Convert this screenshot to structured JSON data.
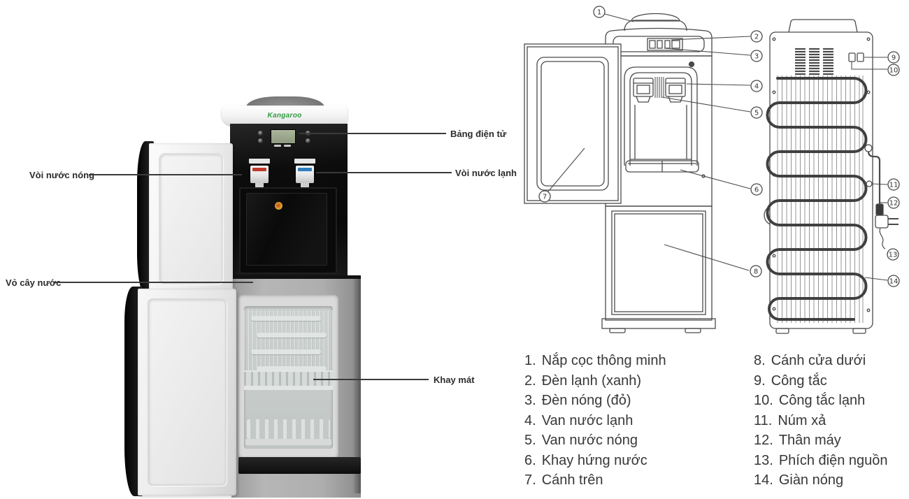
{
  "photo": {
    "brand": "Kangaroo",
    "labels": {
      "hot_tap": "Vòi nước nóng",
      "shell": "Vỏ cây nước",
      "control_panel": "Bảng điện tử",
      "cold_tap": "Vòi nước lạnh",
      "cool_tray": "Khay mát"
    }
  },
  "diagram": {
    "callouts": [
      "1",
      "2",
      "3",
      "4",
      "5",
      "6",
      "7",
      "8",
      "9",
      "10",
      "11",
      "12",
      "13",
      "14"
    ]
  },
  "legend": {
    "left": [
      {
        "num": "1.",
        "text": "Nắp cọc thông minh"
      },
      {
        "num": "2.",
        "text": "Đèn lạnh (xanh)"
      },
      {
        "num": "3.",
        "text": "Đèn nóng (đỏ)"
      },
      {
        "num": "4.",
        "text": "Van nước lạnh"
      },
      {
        "num": "5.",
        "text": "Van nước nóng"
      },
      {
        "num": "6.",
        "text": "Khay hứng nước"
      },
      {
        "num": "7.",
        "text": "Cánh trên"
      }
    ],
    "right": [
      {
        "num": "8.",
        "text": "Cánh cửa dưới"
      },
      {
        "num": "9.",
        "text": "Công tắc"
      },
      {
        "num": "10.",
        "text": "Công tắc lạnh"
      },
      {
        "num": "11.",
        "text": "Núm xả"
      },
      {
        "num": "12.",
        "text": "Thân máy"
      },
      {
        "num": "13.",
        "text": "Phích điện nguồn"
      },
      {
        "num": "14.",
        "text": "Giàn nóng"
      }
    ]
  },
  "colors": {
    "brand_green": "#2e9b3e",
    "hot_red": "#c0392b",
    "cold_blue": "#2f7fc0",
    "leader_line": "#3a3a3a",
    "drawing_stroke": "#4a4a4a",
    "legend_text": "#383838"
  }
}
